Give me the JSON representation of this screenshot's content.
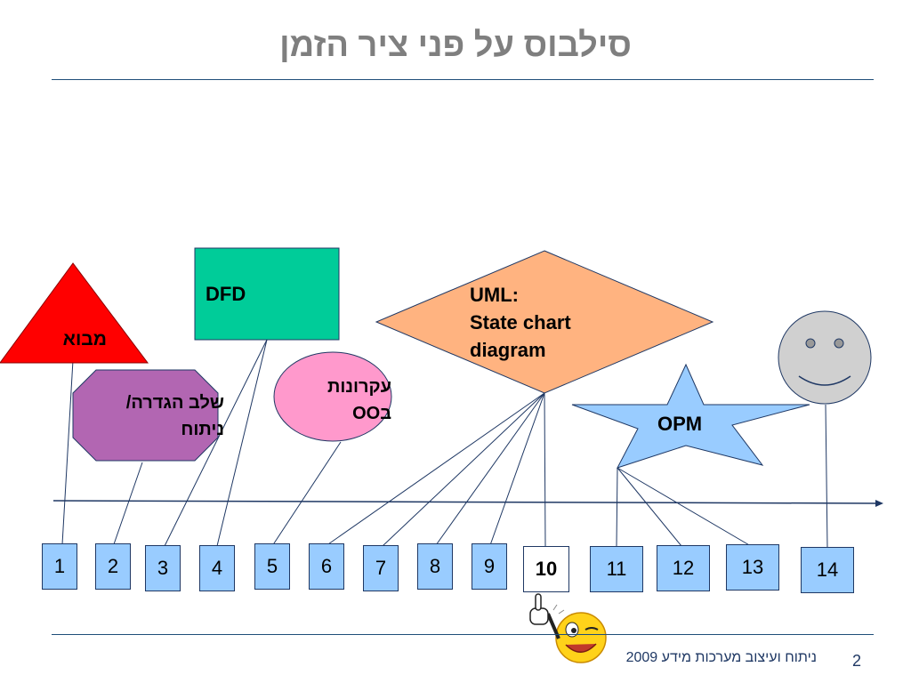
{
  "title": "סילבוס על פני ציר הזמן",
  "shapes": {
    "triangle": "מבוא",
    "octagon_line1": "שלב הגדרה/",
    "octagon_line2": "ניתוח",
    "dfd": "DFD",
    "ellipse_line1": "עקרונות",
    "ellipse_line2": "בOO",
    "diamond_line1": "UML:",
    "diamond_line2": "State chart",
    "diamond_line3": "diagram",
    "star": "OPM"
  },
  "timeline_numbers": [
    "1",
    "2",
    "3",
    "4",
    "5",
    "6",
    "7",
    "8",
    "9",
    "10",
    "11",
    "12",
    "13",
    "14"
  ],
  "highlighted": "10",
  "footer": {
    "text": "ניתוח  ועיצוב מערכות מידע  2009",
    "page": "2"
  },
  "colors": {
    "triangle": "#ff0000",
    "octagon": "#b266b2",
    "dfd": "#00cc99",
    "ellipse": "#ff99cc",
    "diamond": "#ffb380",
    "star": "#99ccff",
    "face": "#d0d0d0",
    "box": "#99ccff"
  },
  "icons": [
    "smiley-face-icon",
    "winking-pointing-emoji-icon",
    "arrow-right-icon"
  ]
}
